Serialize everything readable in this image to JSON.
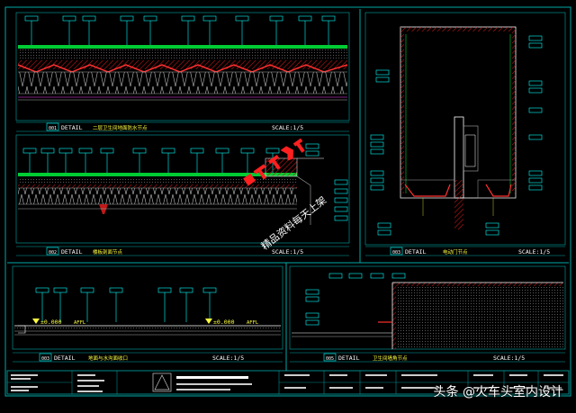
{
  "panels": {
    "p1": {
      "num": "001",
      "detail": "DETAIL",
      "title": "二层卫生间地面防水节点",
      "scale": "SCALE:1/5"
    },
    "p2": {
      "num": "002",
      "detail": "DETAIL",
      "title": "楼板剖面节点",
      "scale": "SCALE:1/5"
    },
    "p3": {
      "num": "003",
      "detail": "DETAIL",
      "title": "电动门节点",
      "scale": "SCALE:1/5"
    },
    "p4": {
      "num": "003",
      "detail": "DETAIL",
      "title": "地面与水沟面收口",
      "scale": "SCALE:1/5"
    },
    "p5": {
      "num": "005",
      "detail": "DETAIL",
      "title": "卫生间墙角节点",
      "scale": "SCALE:1/5"
    }
  },
  "levels": {
    "l1": "±0.000",
    "l2": "±0.000",
    "affl": "AFFL"
  },
  "watermark": {
    "line1": "精品资料每天上架"
  },
  "footer": {
    "credit": "头条 @火车头室内设计"
  },
  "colors": {
    "frame": "#00a8a8",
    "hatch": "#c01818",
    "cyan": "#00ffff",
    "green": "#00ff40",
    "yellow": "#ffff40",
    "magenta": "#ff40ff"
  }
}
